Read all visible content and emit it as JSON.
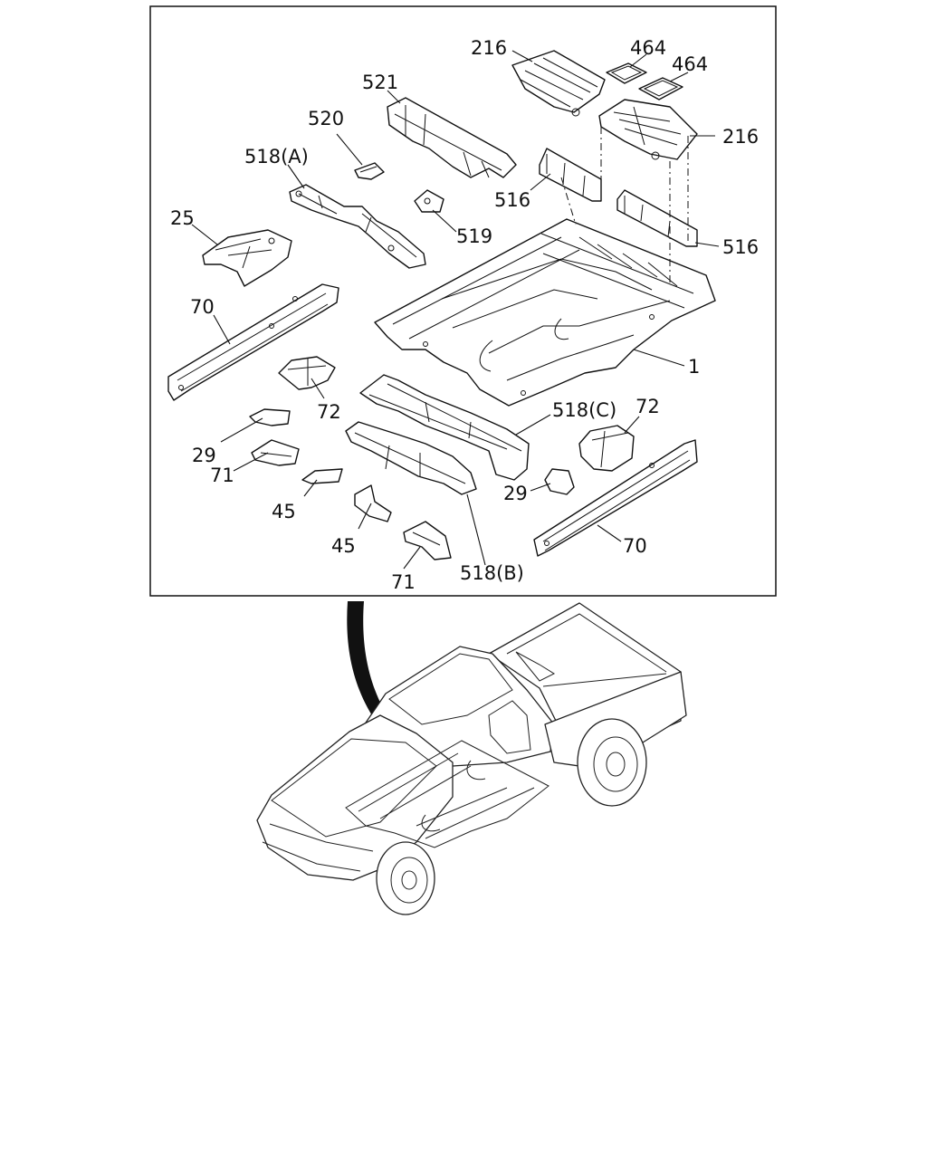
{
  "labels": {
    "l216a": "216",
    "l464a": "464",
    "l464b": "464",
    "l521": "521",
    "l216b": "216",
    "l520": "520",
    "l518a": "518(A)",
    "l516a": "516",
    "l25": "25",
    "l519": "519",
    "l516b": "516",
    "l70a": "70",
    "l1": "1",
    "l72a": "72",
    "l518c": "518(C)",
    "l72b": "72",
    "l29a": "29",
    "l71a": "71",
    "l45a": "45",
    "l29b": "29",
    "l45b": "45",
    "l70b": "70",
    "l71b": "71",
    "l518b": "518(B)"
  },
  "icons": {
    "frame": "parts-box",
    "vehicle": "pickup-truck-illustration",
    "pointer": "curved-arrow"
  },
  "colors": {
    "line": "#111111",
    "background": "#ffffff"
  }
}
